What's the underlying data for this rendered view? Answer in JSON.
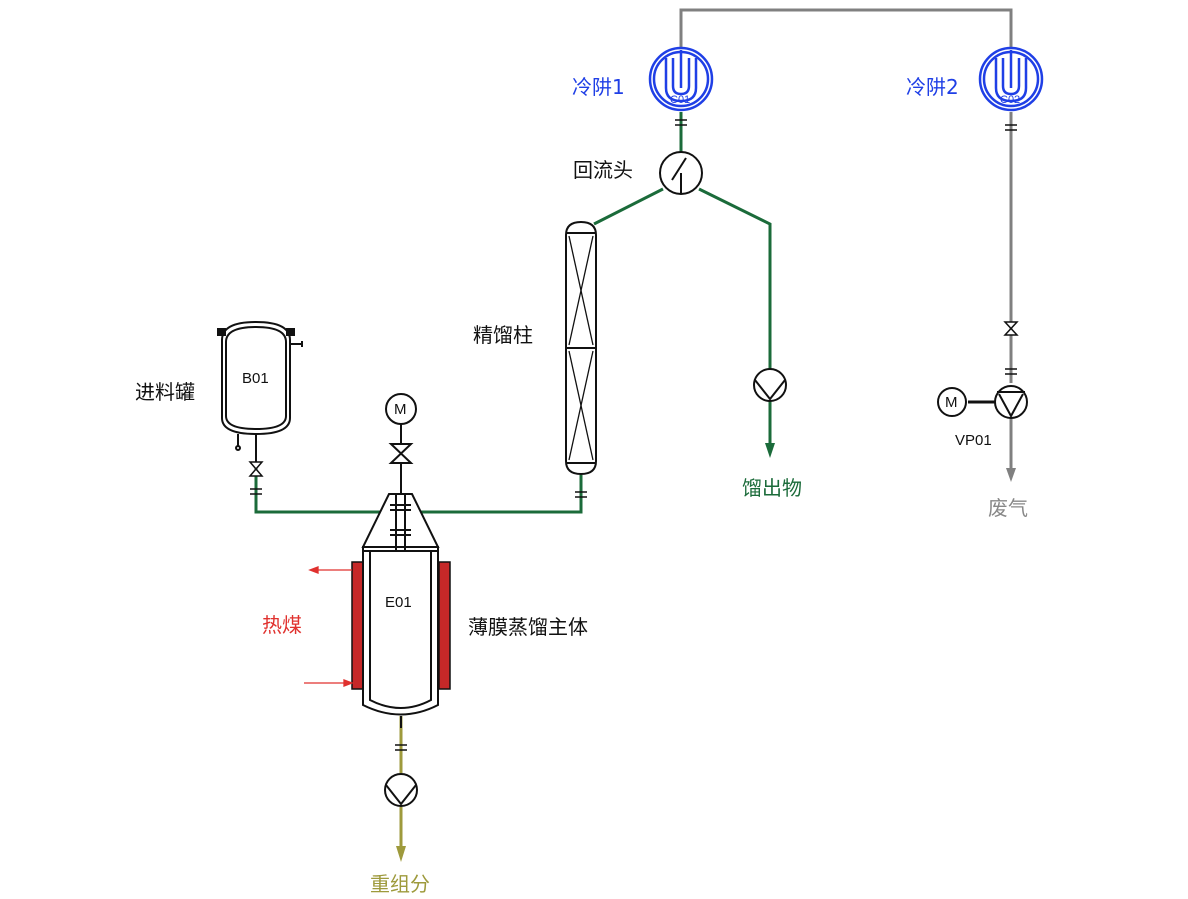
{
  "labels": {
    "cold_trap_1": "冷阱1",
    "cold_trap_2": "冷阱2",
    "reflux_head": "回流头",
    "column": "精馏柱",
    "feed_tank": "进料罐",
    "distillate": "馏出物",
    "heating_medium": "热煤",
    "main_body": "薄膜蒸馏主体",
    "heavy_fraction": "重组分",
    "exhaust": "废气"
  },
  "tags": {
    "c01": "C01",
    "c02": "C02",
    "b01": "B01",
    "e01": "E01",
    "vp01": "VP01",
    "motor": "M"
  },
  "colors": {
    "line_gray": "#808080",
    "line_green": "#1b6b3a",
    "line_olive": "#9e9a3c",
    "heater_red": "#c62828",
    "arrow_red": "#e0312e",
    "trap_blue": "#1f3fe6",
    "outline": "#111111"
  }
}
